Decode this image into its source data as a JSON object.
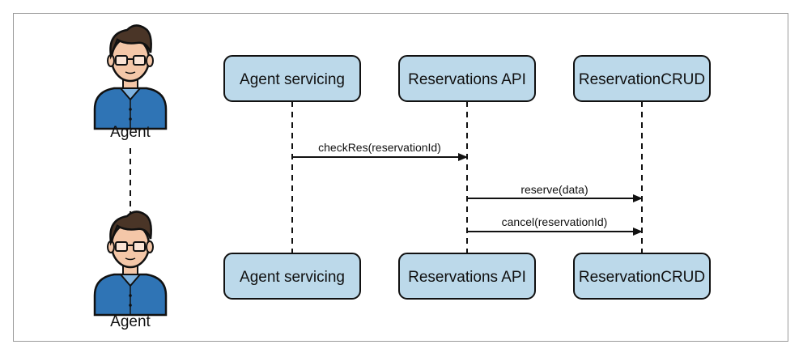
{
  "actor": {
    "top_label": "Agent",
    "bottom_label": "Agent",
    "icon": "person-with-glasses-icon"
  },
  "participants": [
    {
      "label": "Agent servicing"
    },
    {
      "label": "Reservations API"
    },
    {
      "label": "ReservationCRUD"
    }
  ],
  "messages": [
    {
      "label": "checkRes(reservationId)",
      "from": "Agent servicing",
      "to": "Reservations API"
    },
    {
      "label": "reserve(data)",
      "from": "Reservations API",
      "to": "ReservationCRUD"
    },
    {
      "label": "cancel(reservationId)",
      "from": "Reservations API",
      "to": "ReservationCRUD"
    }
  ],
  "colors": {
    "box_fill": "#bcd9ea",
    "stroke": "#111111",
    "shirt": "#2f74b5",
    "hair": "#4a3527",
    "skin": "#f4c7a8"
  }
}
